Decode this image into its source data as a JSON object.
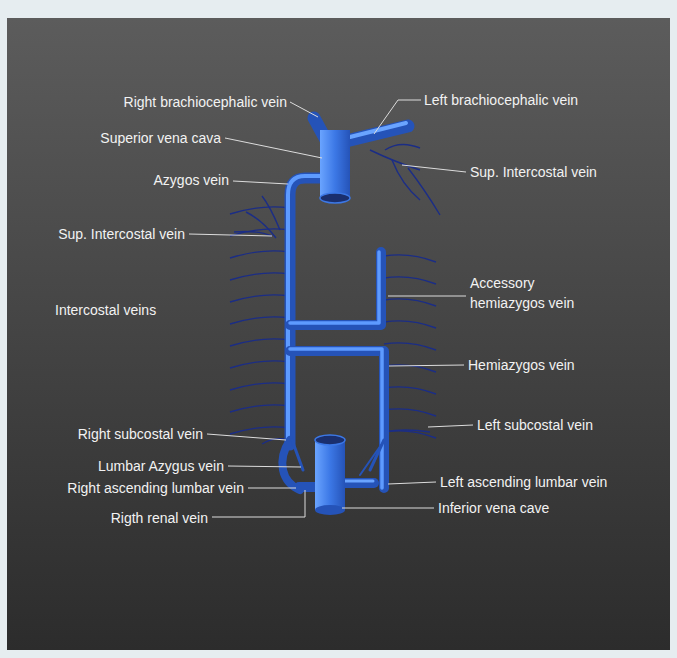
{
  "diagram": {
    "labels": [
      "Right brachiocephalic vein",
      "Left brachiocephalic vein",
      "Superior vena cava",
      "Sup. Intercostal vein",
      "Azygos vein",
      "Sup. Intercostal vein",
      "Intercostal veins",
      "Accessory hemiazygos vein",
      "Hemiazygos vein",
      "Right subcostal vein",
      "Left subcostal vein",
      "Lumbar Azygus vein",
      "Right ascending lumbar vein",
      "Left ascending lumbar vein",
      "Rigth renal vein",
      "Inferior vena cave"
    ]
  }
}
